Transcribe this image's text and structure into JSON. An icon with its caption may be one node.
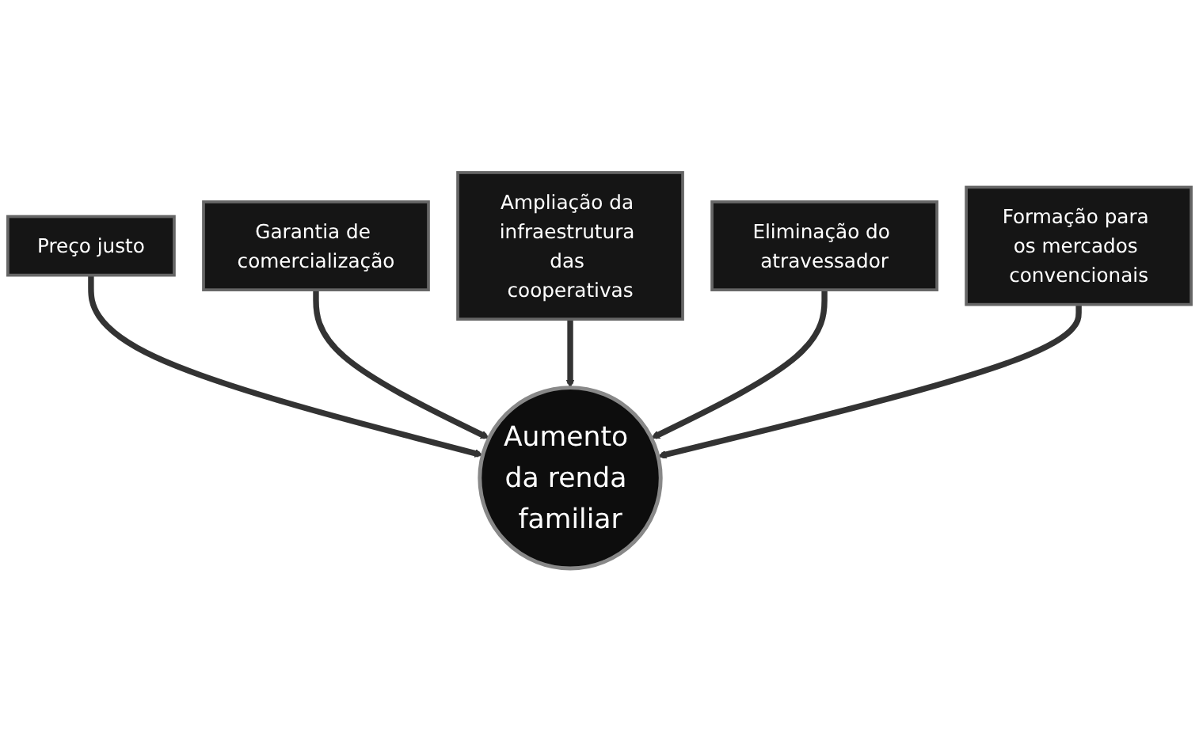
{
  "diagram": {
    "nodes": [
      {
        "text": [
          "Preço justo"
        ]
      },
      {
        "text": [
          "Garantia de comercialização"
        ]
      },
      {
        "text": [
          "Ampliação da infraestrutura das cooperativas"
        ]
      },
      {
        "text": [
          "Eliminação do atravessador"
        ]
      },
      {
        "text": [
          "Aumento da renda familiar"
        ]
      },
      {
        "text": [
          "Formação para os mercados convencionais"
        ]
      }
    ],
    "edges": [
      {
        "from": 0,
        "to": 4,
        "arrow": "to"
      },
      {
        "from": 1,
        "to": 4,
        "arrow": "to"
      },
      {
        "from": 2,
        "to": 4,
        "arrow": "to"
      },
      {
        "from": 3,
        "to": 4,
        "arrow": "to"
      },
      {
        "from": 5,
        "to": 4,
        "arrow": "to"
      }
    ]
  }
}
